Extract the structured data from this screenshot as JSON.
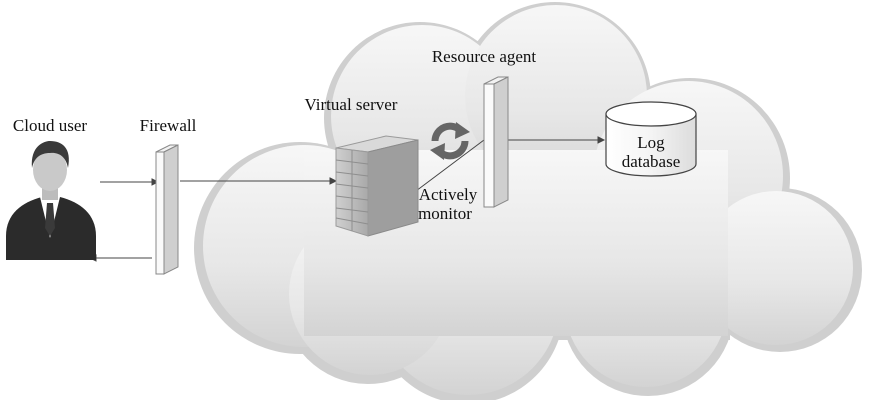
{
  "labels": {
    "cloud_user": "Cloud user",
    "firewall": "Firewall",
    "virtual_server": "Virtual server",
    "resource_agent": "Resource agent",
    "actively_monitor_line1": "Actively",
    "actively_monitor_line2": "monitor",
    "log_database_line1": "Log",
    "log_database_line2": "database"
  },
  "icons": {
    "user": "person-icon",
    "server": "server-icon",
    "refresh": "refresh-icon",
    "database": "database-icon"
  },
  "colors": {
    "cloud_light": "#f6f6f6",
    "cloud_dark": "#c6c6c6",
    "line": "#444444",
    "user_dark": "#2b2b2b",
    "server_gray": "#bdbdbd"
  }
}
